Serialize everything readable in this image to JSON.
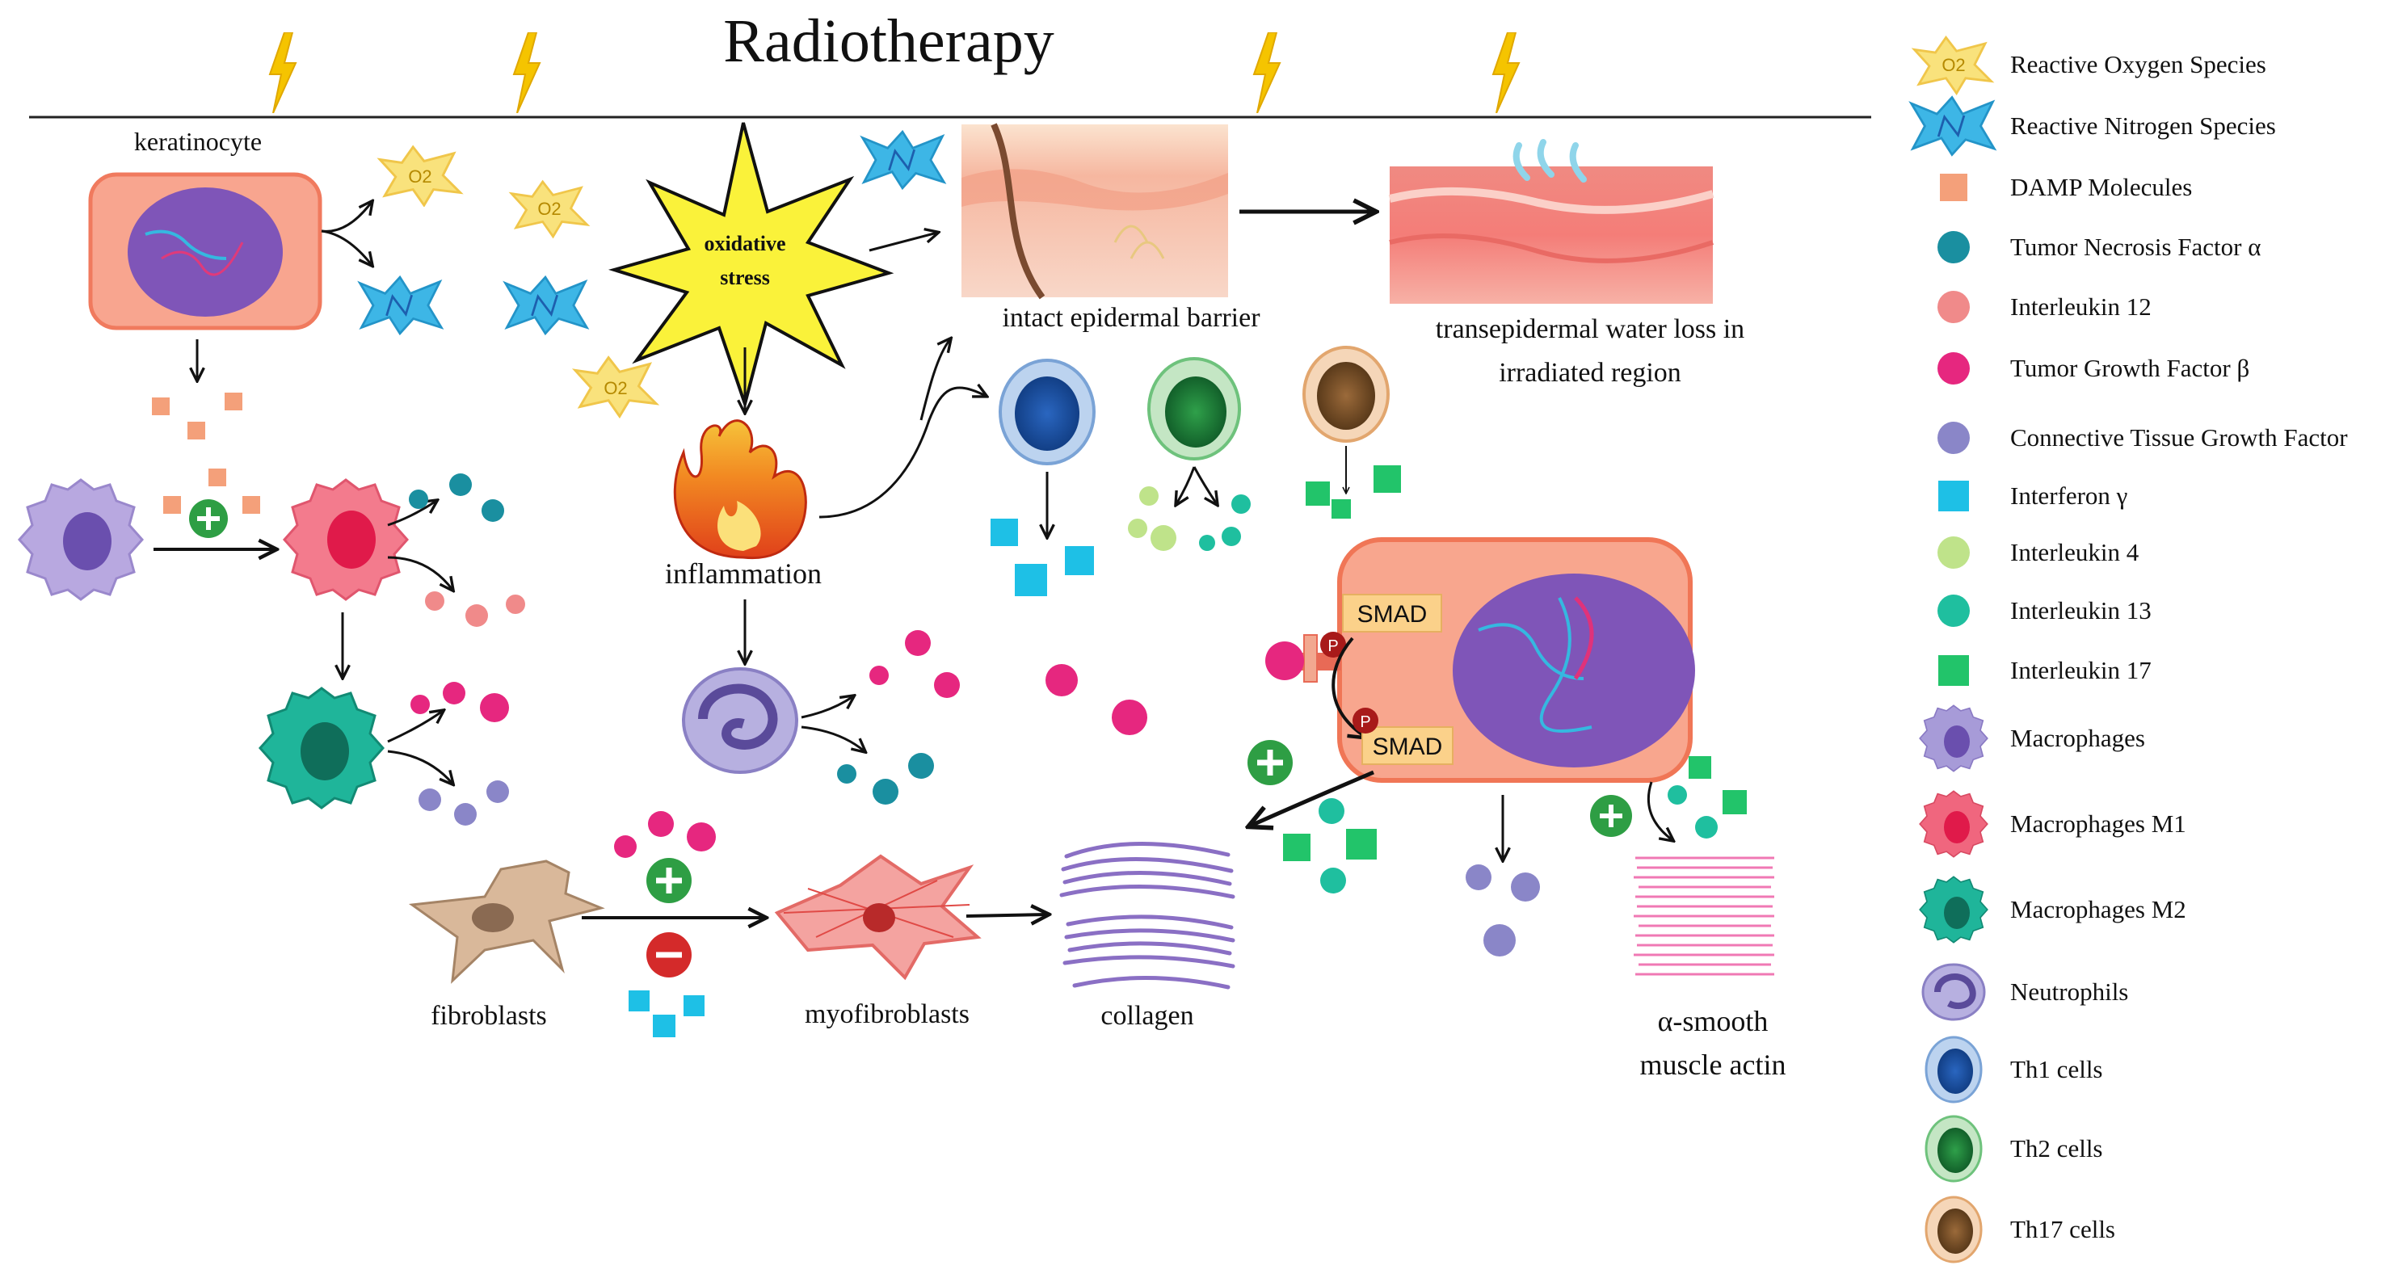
{
  "title": "Radiotherapy",
  "labels": {
    "keratinocyte": "keratinocyte",
    "oxidative": "oxidative",
    "stress": "stress",
    "intact_barrier": "intact epidermal barrier",
    "tewl_line1": "transepidermal water loss in",
    "tewl_line2": "irradiated region",
    "inflammation": "inflammation",
    "fibroblasts": "fibroblasts",
    "myofibroblasts": "myofibroblasts",
    "collagen": "collagen",
    "asma_line1": "α-smooth",
    "asma_line2": "muscle actin",
    "smad_top": "SMAD",
    "smad_bottom": "SMAD",
    "phospho": "P",
    "o2": "O2"
  },
  "legend": [
    {
      "label": "Reactive Oxygen Species",
      "icon": "ros-star-icon",
      "color": "#f7dc6f"
    },
    {
      "label": "Reactive Nitrogen Species",
      "icon": "rns-star-icon",
      "color": "#3fb0e0"
    },
    {
      "label": "DAMP Molecules",
      "icon": "damp-square-icon",
      "color": "#f4a07a"
    },
    {
      "label": "Tumor Necrosis Factor  α",
      "icon": "tnf-dot-icon",
      "color": "#1a8fa0"
    },
    {
      "label": "Interleukin 12",
      "icon": "il12-dot-icon",
      "color": "#f08a8a"
    },
    {
      "label": "Tumor Growth Factor β",
      "icon": "tgf-dot-icon",
      "color": "#e6277f"
    },
    {
      "label": "Connective Tissue Growth Factor",
      "icon": "ctgf-dot-icon",
      "color": "#8a86c8"
    },
    {
      "label": "Interferon γ",
      "icon": "ifn-square-icon",
      "color": "#1ec0e6"
    },
    {
      "label": "Interleukin 4",
      "icon": "il4-dot-icon",
      "color": "#bfe38a"
    },
    {
      "label": "Interleukin 13",
      "icon": "il13-dot-icon",
      "color": "#1fbf9f"
    },
    {
      "label": "Interleukin 17",
      "icon": "il17-square-icon",
      "color": "#22c46a"
    },
    {
      "label": "Macrophages",
      "icon": "macrophage-icon",
      "color": "#a79bd8"
    },
    {
      "label": "Macrophages M1",
      "icon": "macrophage-m1-icon",
      "color": "#f0667e"
    },
    {
      "label": "Macrophages M2",
      "icon": "macrophage-m2-icon",
      "color": "#1fb59a"
    },
    {
      "label": "Neutrophils",
      "icon": "neutrophil-icon",
      "color": "#9d93cf"
    },
    {
      "label": "Th1 cells",
      "icon": "th1-cell-icon",
      "color": "#2e6fc1"
    },
    {
      "label": "Th2 cells",
      "icon": "th2-cell-icon",
      "color": "#2e9a4a"
    },
    {
      "label": "Th17 cells",
      "icon": "th17-cell-icon",
      "color": "#8a5a34"
    }
  ]
}
